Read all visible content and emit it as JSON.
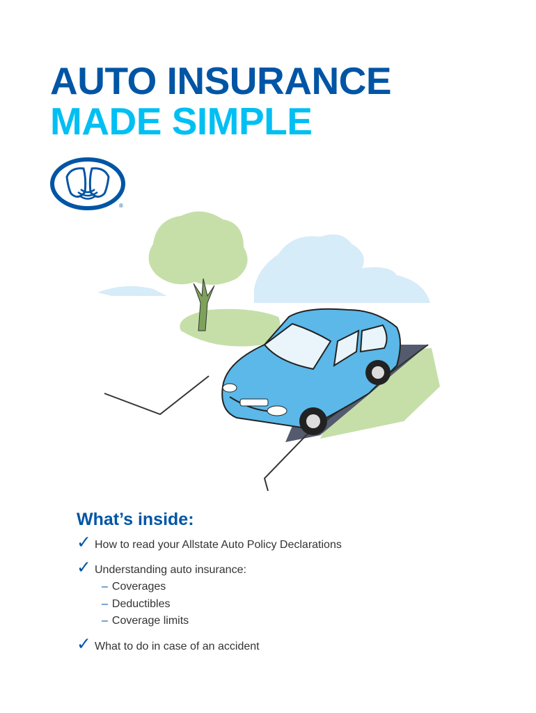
{
  "title": {
    "line1": "AUTO INSURANCE",
    "line2": "MADE SIMPLE"
  },
  "logo": {
    "brand": "Allstate",
    "mark": "®"
  },
  "colors": {
    "dark_blue": "#0055a5",
    "light_blue": "#00bff3",
    "car": "#5bb8e8",
    "tree": "#c6dfa9",
    "sky": "#d6ecf8"
  },
  "inside": {
    "heading": "What’s inside:",
    "items": [
      {
        "text": "How to read your Allstate Auto Policy Declarations"
      },
      {
        "text": "Understanding auto insurance:",
        "sub": [
          "Coverages",
          "Deductibles",
          "Coverage limits"
        ]
      },
      {
        "text": "What to do in case of an accident"
      }
    ],
    "check_icon": "✓",
    "dash": "–"
  }
}
